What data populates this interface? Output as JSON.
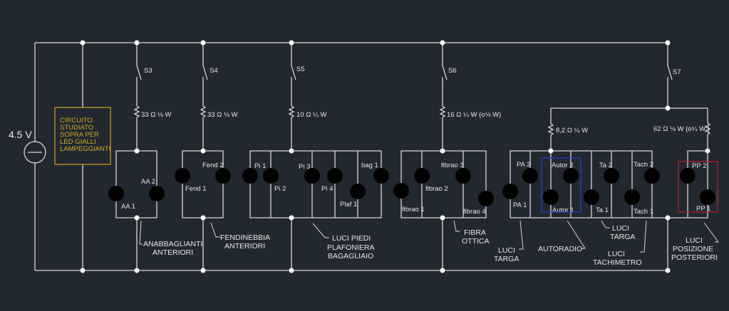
{
  "source": {
    "label": "4.5 V"
  },
  "note_box": {
    "lines": [
      "CIRCUITO",
      "STUDIATO",
      "SOPRA PER",
      "LED GIALLI",
      "LAMPEGGIANTI"
    ],
    "color": "#d8a82a"
  },
  "switches": [
    "S3",
    "S4",
    "S5",
    "S6",
    "S7"
  ],
  "resistors": [
    "33 Ω ⅛ W",
    "33 Ω ⅛ W",
    "10 Ω  ¼ W",
    "16 Ω ¼ W (o⅛ W)",
    "8,2 Ω ¼  W",
    "62 Ω ⅛ W (o¼ W )"
  ],
  "lamps": {
    "aa1": "AA 1",
    "aa2": "AA 2",
    "fend1": "Fend 1",
    "fend2": "Fend 2",
    "pi1": "Pi 1",
    "pi2": "Pi 2",
    "pi3": "Pi 3",
    "pi4": "Pi 4",
    "plaf1": "Plaf 1",
    "bag1": "bag 1",
    "fibrao1": "fibrao 1",
    "fibrao2": "fibrao 2",
    "fibrao3": "fibrao 3",
    "fibrao4": "fibrao 4",
    "pa1": "PA 1",
    "pa2": "PA 2",
    "autor1": "Autor 1",
    "autor2": "Autor 2",
    "ta1": "Ta 1",
    "ta2": "Ta 2",
    "tach1": "Tach 1",
    "tach2": "Tach 2",
    "pp1": "PP 1",
    "pp2": "PP 2"
  },
  "group_labels": {
    "anabbaglianti": [
      "ANABBAGLIANTI",
      "ANTERIORI"
    ],
    "fendinebbia": [
      "FENDINEBBIA",
      "ANTERIORI"
    ],
    "luci_piedi": [
      "LUCI PIEDI",
      "PLAFONIERA",
      "BAGAGLIAIO"
    ],
    "fibra": [
      "FIBRA",
      "OTTICA"
    ],
    "luci_targa_1": [
      "LUCI",
      "TARGA"
    ],
    "autoradio": [
      "AUTORADIO"
    ],
    "luci_targa_2": [
      "LUCI",
      "TARGA"
    ],
    "luci_tachimetro": [
      "LUCI",
      "TACHIMETRO"
    ],
    "luci_posizione": [
      "LUCI",
      "POSIZIONE",
      "POSTERIORI"
    ]
  },
  "colors": {
    "background": "#212830",
    "wire": "#d8d8d8",
    "note": "#c99522",
    "autoradio_box": "#2443b8",
    "posizione_box": "#b0232a"
  }
}
